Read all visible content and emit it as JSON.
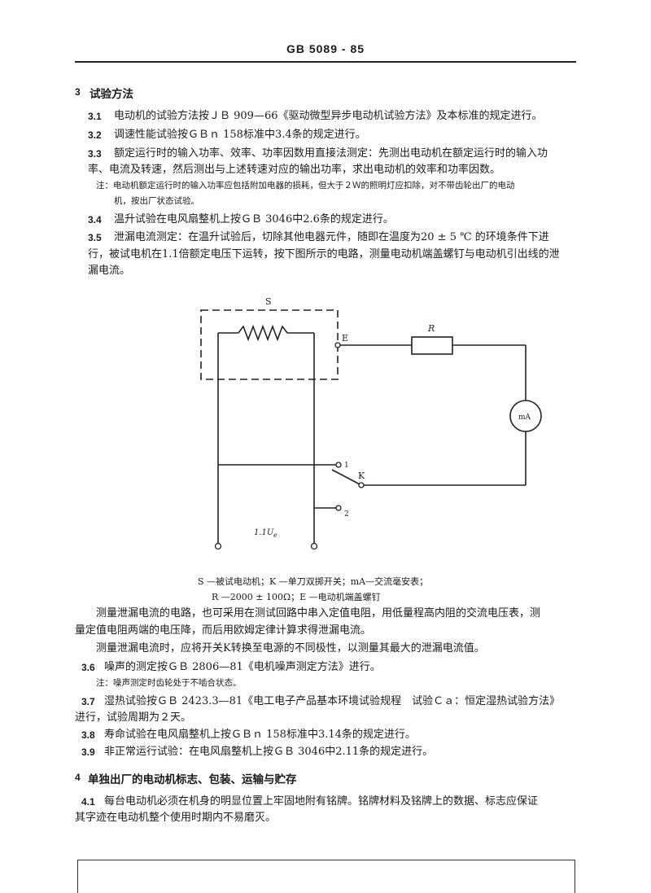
{
  "header": {
    "standard_no": "GB 5089 - 85"
  },
  "section3": {
    "num": "3",
    "title": "试验方法",
    "items": [
      {
        "num": "3.1",
        "lines": [
          "电动机的试验方法按ＪＢ 909—66《驱动微型异步电动机试验方法》及本标准的规定进行。"
        ]
      },
      {
        "num": "3.2",
        "lines": [
          "调速性能试验按ＧＢｎ 158标准中3.4条的规定进行。"
        ]
      },
      {
        "num": "3.3",
        "lines": [
          "额定运行时的输入功率、效率、功率因数用直接法测定：先测出电动机在额定运行时的输入功",
          "率、电流及转速，然后测出与上述转速对应的输出功率，求出电动机的效率和功率因数。"
        ]
      },
      {
        "num": "3.4",
        "lines": [
          "温升试验在电风扇整机上按ＧＢ 3046中2.6条的规定进行。"
        ]
      },
      {
        "num": "3.5",
        "lines": [
          "泄漏电流测定：在温升试验后，切除其他电器元件，随即在温度为20 ± 5 ℃ 的环境条件下进",
          "行，被试电机在1.1倍额定电压下运转，按下图所示的电路，测量电动机端盖螺钉与电动机引出线的泄",
          "漏电流。"
        ]
      }
    ],
    "note_33": [
      "注：电动机额定运行时的输入功率应包括附加电器的损耗，但大于２Ｗ的照明灯应扣除，对不带齿轮出厂的电动",
      "机，按出厂状态试验。"
    ]
  },
  "circuit": {
    "label_S": "S",
    "label_E": "E",
    "label_R": "R",
    "label_mA": "mA",
    "label_K": "K",
    "label_1": "1",
    "label_2": "2",
    "label_U_main": "1.1U",
    "label_U_sub": "e",
    "caption_line1": "S —被试电动机；K —单刀双掷开关；mA—交流毫安表；",
    "caption_line2": "R —2000 ± 100Ω；E —电动机端盖螺钉"
  },
  "after_circuit": {
    "para1": [
      "测量泄漏电流的电路，也可采用在测试回路中串入定值电阻，用低量程高内阻的交流电压表，测",
      "量定值电阻两端的电压降，而后用欧姆定律计算求得泄漏电流。"
    ],
    "para2": "测量泄漏电流时，应将开关K转换至电源的不同极性，以测量其最大的泄漏电流值。",
    "items": [
      {
        "num": "3.6",
        "lines": [
          "噪声的测定按ＧＢ 2806—81《电机噪声测定方法》进行。"
        ]
      },
      {
        "num": "3.7",
        "lines": [
          "湿热试验按ＧＢ 2423.3—81《电工电子产品基本环境试验规程　试验Ｃａ：恒定湿热试验方法》",
          "进行，试验周期为２天。"
        ]
      },
      {
        "num": "3.8",
        "lines": [
          "寿命试验在电风扇整机上按ＧＢｎ 158标准中3.14条的规定进行。"
        ]
      },
      {
        "num": "3.9",
        "lines": [
          "非正常运行试验：在电风扇整机上按ＧＢ 3046中2.11条的规定进行。"
        ]
      }
    ],
    "note_36": "注：噪声测定时齿轮处于不啮合状态。"
  },
  "section4": {
    "num": "4",
    "title": "单独出厂的电动机标志、包装、运输与贮存",
    "items": [
      {
        "num": "4.1",
        "lines": [
          "每台电动机必须在机身的明显位置上牢固地附有铭牌。铭牌材料及铭牌上的数据、标志应保证",
          "其字迹在电动机整个使用时期内不易磨灭。"
        ]
      }
    ]
  }
}
